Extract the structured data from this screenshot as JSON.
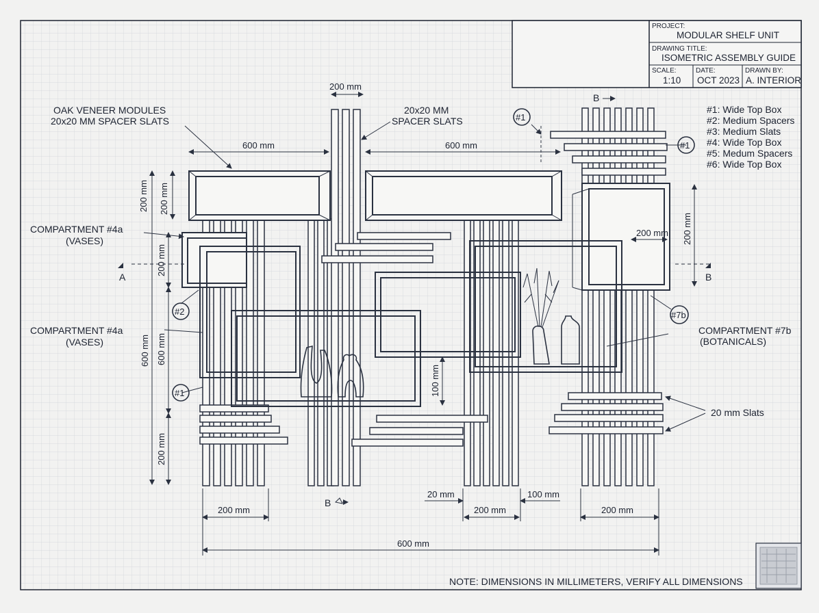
{
  "title_block": {
    "project_label": "PROJECT:",
    "project": "MODULAR SHELF UNIT",
    "drawing_title_label": "DRAWING TITLE:",
    "drawing_title": "ISOMETRIC ASSEMBLY GUIDE",
    "scale_label": "SCALE:",
    "scale": "1:10",
    "date_label": "DATE:",
    "date": "OCT 2023",
    "drawn_by_label": "DRAWN BY:",
    "drawn_by": "A. INTERIOR"
  },
  "legend": [
    "#1: Wide Top Box",
    "#2: Medium Spacers",
    "#3: Medium Slats",
    "#4: Wide Top Box",
    "#5: Medum Spacers",
    "#6: Wide Top Box"
  ],
  "callouts": {
    "oak_line1": "OAK VENEER MODULES",
    "oak_line2": "20x20 MM SPACER SLATS",
    "spacer_line1": "20x20 MM",
    "spacer_line2": "SPACER SLATS",
    "comp4a_top_line1": "COMPARTMENT #4a",
    "comp4a_top_line2": "(VASES)",
    "comp4a_mid_line1": "COMPARTMENT #4a",
    "comp4a_mid_line2": "(VASES)",
    "comp7b_line1": "COMPARTMENT #7b",
    "comp7b_line2": "(BOTANICALS)",
    "slats_20mm": "20 mm Slats"
  },
  "bubbles": {
    "b1_top": "#1",
    "b1_right": "#1",
    "b2": "#2",
    "b1_left": "#1",
    "b7b": "#7b"
  },
  "section_marks": {
    "a_left": "A",
    "b_right": "B",
    "b_top": "B",
    "b_bottom": "B"
  },
  "dimensions": {
    "top_200": "200 mm",
    "left_600": "600 mm",
    "right_600": "600 mm",
    "box_h_200_outer": "200 mm",
    "box_h_200_inner": "200 mm",
    "comp_200": "200 mm",
    "overall_600": "600 mm",
    "inner_600": "600 mm",
    "bottom_200_left": "200 mm",
    "right_box_200": "200 mm",
    "right_box_w_200": "200 mm",
    "mid_100": "100 mm",
    "b_200_left": "200 mm",
    "b_20": "20 mm",
    "b_200_mid": "200 mm",
    "b_100": "100 mm",
    "b_200_right": "200 mm",
    "overall_bottom_600": "600 mm"
  },
  "note": "NOTE: DIMENSIONS IN MILLIMETERS, VERIFY ALL DIMENSIONS"
}
